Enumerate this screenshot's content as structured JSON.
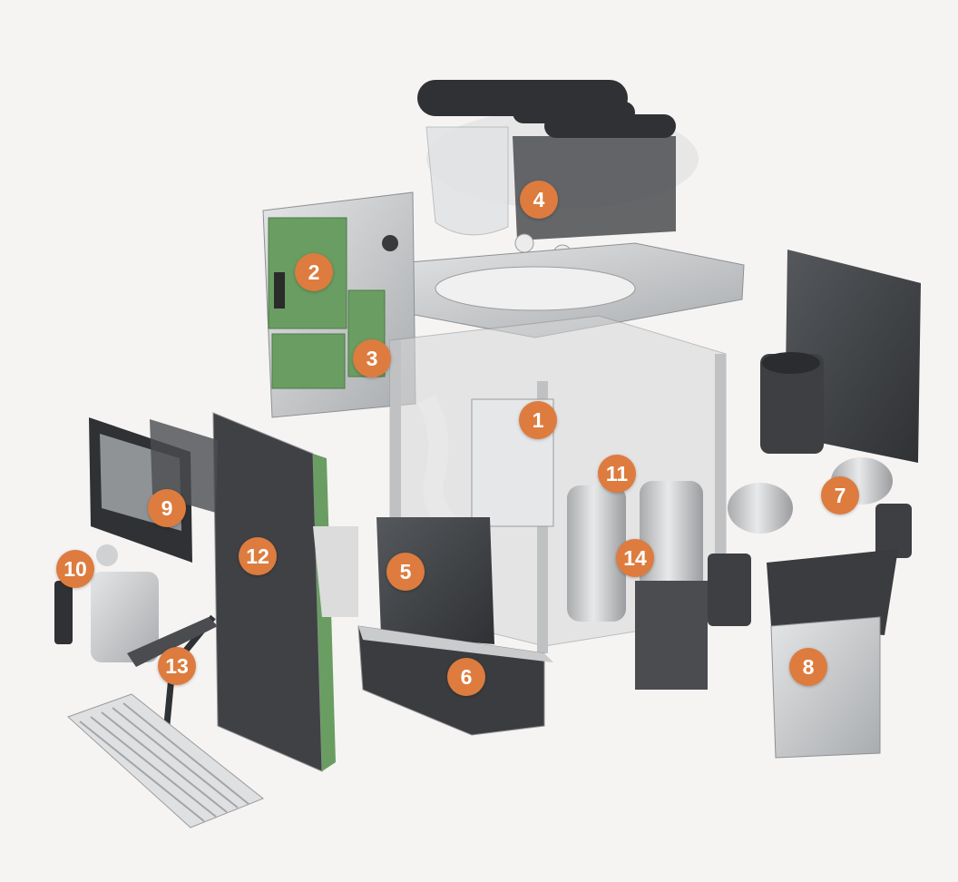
{
  "colors": {
    "background": "#f6f4f2",
    "badge": "#dd7c3e",
    "badge_text": "#ffffff",
    "metal": "#c8cacc",
    "dark_panel": "#3d3f42",
    "circuit_board": "#6a9d62"
  },
  "callouts": [
    {
      "id": "1",
      "label": "1"
    },
    {
      "id": "2",
      "label": "2"
    },
    {
      "id": "3",
      "label": "3"
    },
    {
      "id": "4",
      "label": "4"
    },
    {
      "id": "5",
      "label": "5"
    },
    {
      "id": "6",
      "label": "6"
    },
    {
      "id": "7",
      "label": "7"
    },
    {
      "id": "8",
      "label": "8"
    },
    {
      "id": "9",
      "label": "9"
    },
    {
      "id": "10",
      "label": "10"
    },
    {
      "id": "11",
      "label": "11"
    },
    {
      "id": "12",
      "label": "12"
    },
    {
      "id": "13",
      "label": "13"
    },
    {
      "id": "14",
      "label": "14"
    }
  ]
}
